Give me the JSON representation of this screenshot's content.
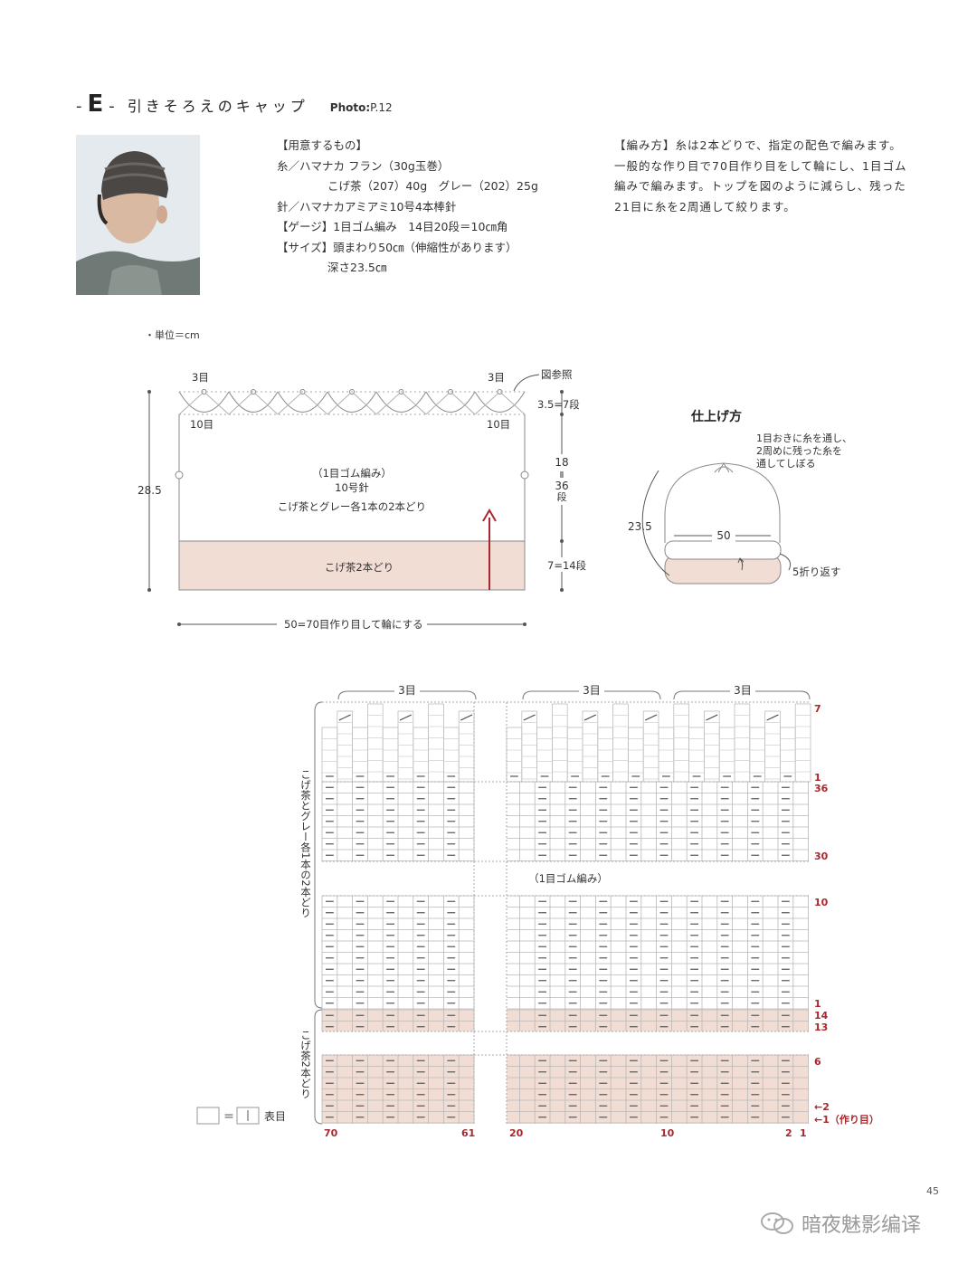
{
  "header": {
    "dash": "-",
    "letter": "E",
    "dash2": "-",
    "title": "引きそろえのキャップ",
    "photo_label": "Photo:",
    "photo_page": "P.12"
  },
  "materials": {
    "heading": "【用意するもの】",
    "yarn": "糸／ハマナカ フラン（30g玉巻）",
    "yarn_colors": "こげ茶（207）40g　グレー（202）25g",
    "needle": "針／ハマナカアミアミ10号4本棒針",
    "gauge": "【ゲージ】1目ゴム編み　14目20段＝10㎝角",
    "size": "【サイズ】頭まわり50㎝（伸縮性があります）",
    "depth": "深さ23.5㎝"
  },
  "howto": {
    "line1": "【編み方】糸は2本どりで、指定の配色で編みます。",
    "line2": "一般的な作り目で70目作り目をして輪にし、1目ゴム",
    "line3": "編みで編みます。トップを図のように減らし、残った",
    "line4": "21目に糸を2周通して絞ります。"
  },
  "unit": "・単位＝cm",
  "diagram": {
    "top_left": "3目",
    "top_right": "3目",
    "see_chart": "図参照",
    "left_10": "10目",
    "right_10": "10目",
    "top_rows": "3.5=7段",
    "height_total": "28.5",
    "rib_label": "（1目ゴム編み）",
    "needle_label": "10号針",
    "yarn_label": "こげ茶とグレー各1本の2本どり",
    "mid_a": "18",
    "mid_eq": "Ⅱ",
    "mid_b": "36",
    "mid_c": "段",
    "band_label": "こげ茶2本どり",
    "band_rows": "7=14段",
    "width_label": "50=70目作り目して輪にする"
  },
  "finish": {
    "title": "仕上げ方",
    "note1": "1目おきに糸を通し、",
    "note2": "2周めに残った糸を",
    "note3": "通してしぼる",
    "height": "23.5",
    "width": "50",
    "fold": "5折り返す"
  },
  "chart": {
    "group1": "3目",
    "group2": "3目",
    "group3": "3目",
    "row_7": "7",
    "row_1a": "1",
    "row_36": "36",
    "row_30": "30",
    "rib_label": "（1目ゴム編み）",
    "row_10": "10",
    "row_1b": "1",
    "row_14": "14",
    "row_13": "13",
    "row_6": "6",
    "row_2": "←2",
    "row_1c": "←1（作り目）",
    "col_70": "70",
    "col_61": "61",
    "col_20": "20",
    "col_10": "10",
    "col_2": "2",
    "col_1": "1",
    "left_label_mix": "こげ茶とグレー各1本の2本どり",
    "left_label_brown": "こげ茶2本どり",
    "legend_eq": "＝",
    "legend_label": "表目"
  },
  "page_number": "45",
  "watermark": "暗夜魅影编译",
  "colors": {
    "band": "#f1ddd4",
    "accent": "#a7282e",
    "line": "#8a8a8a"
  }
}
